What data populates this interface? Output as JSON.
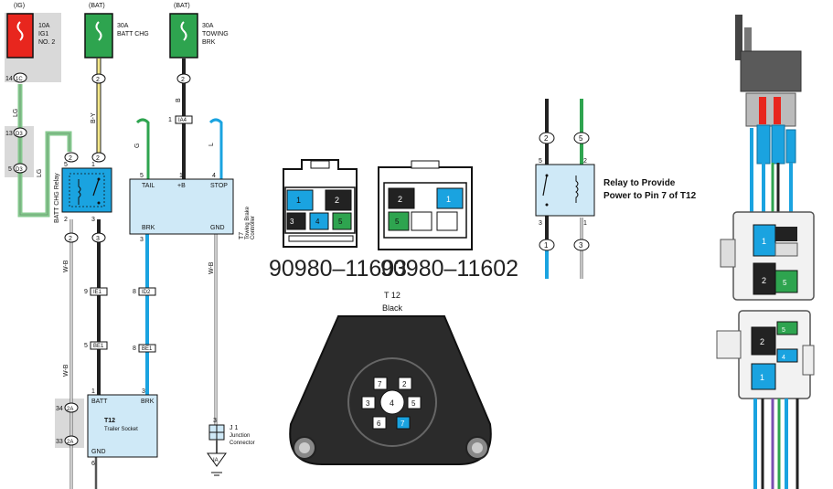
{
  "fuses": {
    "ig": {
      "tag": "(IG)",
      "amp": "10A",
      "name1": "IG1",
      "name2": "NO. 2",
      "color": "#e8261e"
    },
    "bat1": {
      "tag": "(BAT)",
      "amp": "30A",
      "name1": "BATT CHG",
      "name2": "",
      "color": "#2ea44f"
    },
    "bat2": {
      "tag": "(BAT)",
      "amp": "30A",
      "name1": "TOWING",
      "name2": "BRK",
      "color": "#2ea44f"
    }
  },
  "connectors": {
    "c1": {
      "pin": "14",
      "id": "1C"
    },
    "c2": {
      "pin": "2"
    },
    "c3": {
      "pin": "2"
    },
    "c4": {
      "pin": "13",
      "id": "D3"
    },
    "c5": {
      "pin": "5",
      "id": "D3"
    },
    "c6": {
      "pin": "1",
      "id": "IA4"
    },
    "c7": {
      "pin": "2"
    },
    "c8": {
      "pin": "2"
    },
    "c9": {
      "pin": "3"
    },
    "c10": {
      "pin": "2"
    },
    "c11": {
      "pin": "9",
      "id": "IE1"
    },
    "c12": {
      "pin": "8",
      "id": "ID2"
    },
    "c13": {
      "pin": "5",
      "id": "BE1"
    },
    "c14": {
      "pin": "8",
      "id": "BE1"
    },
    "c15": {
      "pin": "34",
      "id": "2A"
    },
    "c16": {
      "pin": "33",
      "id": "2A"
    },
    "c17": {
      "pin": "3"
    },
    "c18": {
      "pin": "1"
    },
    "c19": {
      "pin": "3"
    }
  },
  "wires": {
    "lg": "LG",
    "lg2": "LG",
    "by": "B-Y",
    "b": "B",
    "g": "G",
    "l": "L",
    "wb1": "W-B",
    "wb2": "W-B",
    "wb3": "W-B"
  },
  "relay": {
    "label": "BATT CHG Relay",
    "pin5": "5",
    "pin1": "1",
    "pin2": "2",
    "pin3": "3"
  },
  "controller": {
    "tail": "TAIL",
    "b": "+B",
    "stop": "STOP",
    "brk": "BRK",
    "gnd": "GND",
    "p5": "5",
    "p1": "1",
    "p4": "4",
    "p3": "3",
    "name1": "T7",
    "name2": "Towing Brake",
    "name3": "Controller"
  },
  "socket": {
    "batt": "BATT",
    "brk": "BRK",
    "gnd": "GND",
    "p1": "1",
    "p3": "3",
    "p6": "6",
    "name1": "T12",
    "name2": "Trailer Socket"
  },
  "junction": {
    "id": "J 1",
    "name1": "Junction",
    "name2": "Connector",
    "ground": "IA"
  },
  "part_numbers": {
    "a": "90980–11603",
    "b": "90980–11602"
  },
  "plug": {
    "title": "T 12",
    "color": "Black"
  },
  "relay_pins": {
    "p2": "2",
    "p5": "5",
    "p1": "1",
    "p3": "3",
    "note1": "Relay to Provide",
    "note2": "Power to Pin 7 of T12"
  },
  "colors": {
    "wire_green": "#86c98f",
    "wire_blue": "#1aa3e0",
    "wire_black": "#222222",
    "wire_yellow": "#f5e88a",
    "box_blue": "#cfe9f7",
    "fuse_gray": "#d9d9d9"
  }
}
